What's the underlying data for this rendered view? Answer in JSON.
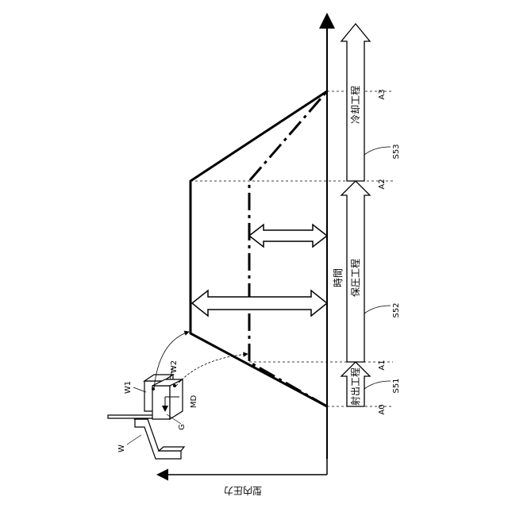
{
  "time_axis_label": "時間",
  "pressure_axis_label": "型内圧力",
  "process_steps": [
    {
      "name": "射出工程",
      "code": "S51"
    },
    {
      "name": "保圧工程",
      "code": "S52"
    },
    {
      "name": "冷却工程",
      "code": "S53"
    }
  ],
  "time_points": [
    "A0",
    "A1",
    "A2",
    "A3"
  ],
  "mold_labels": {
    "workpiece": "W",
    "part_w1": "W1",
    "part_w2": "W2",
    "gate": "G",
    "md": "MD"
  }
}
